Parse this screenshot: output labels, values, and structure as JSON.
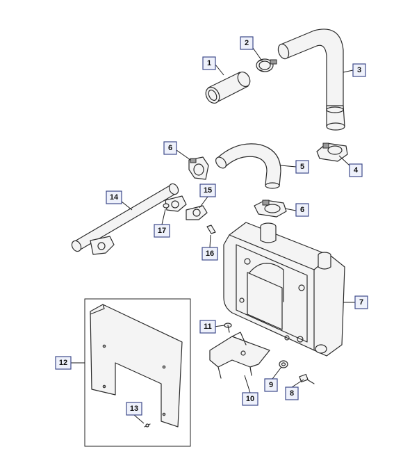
{
  "diagram": {
    "callouts": [
      {
        "id": "c1",
        "label": "1"
      },
      {
        "id": "c2",
        "label": "2"
      },
      {
        "id": "c3",
        "label": "3"
      },
      {
        "id": "c4",
        "label": "4"
      },
      {
        "id": "c5",
        "label": "5"
      },
      {
        "id": "c6a",
        "label": "6"
      },
      {
        "id": "c6b",
        "label": "6"
      },
      {
        "id": "c7",
        "label": "7"
      },
      {
        "id": "c8",
        "label": "8"
      },
      {
        "id": "c9",
        "label": "9"
      },
      {
        "id": "c10",
        "label": "10"
      },
      {
        "id": "c11",
        "label": "11"
      },
      {
        "id": "c12",
        "label": "12"
      },
      {
        "id": "c13",
        "label": "13"
      },
      {
        "id": "c14",
        "label": "14"
      },
      {
        "id": "c15",
        "label": "15"
      },
      {
        "id": "c16",
        "label": "16"
      },
      {
        "id": "c17",
        "label": "17"
      }
    ]
  }
}
